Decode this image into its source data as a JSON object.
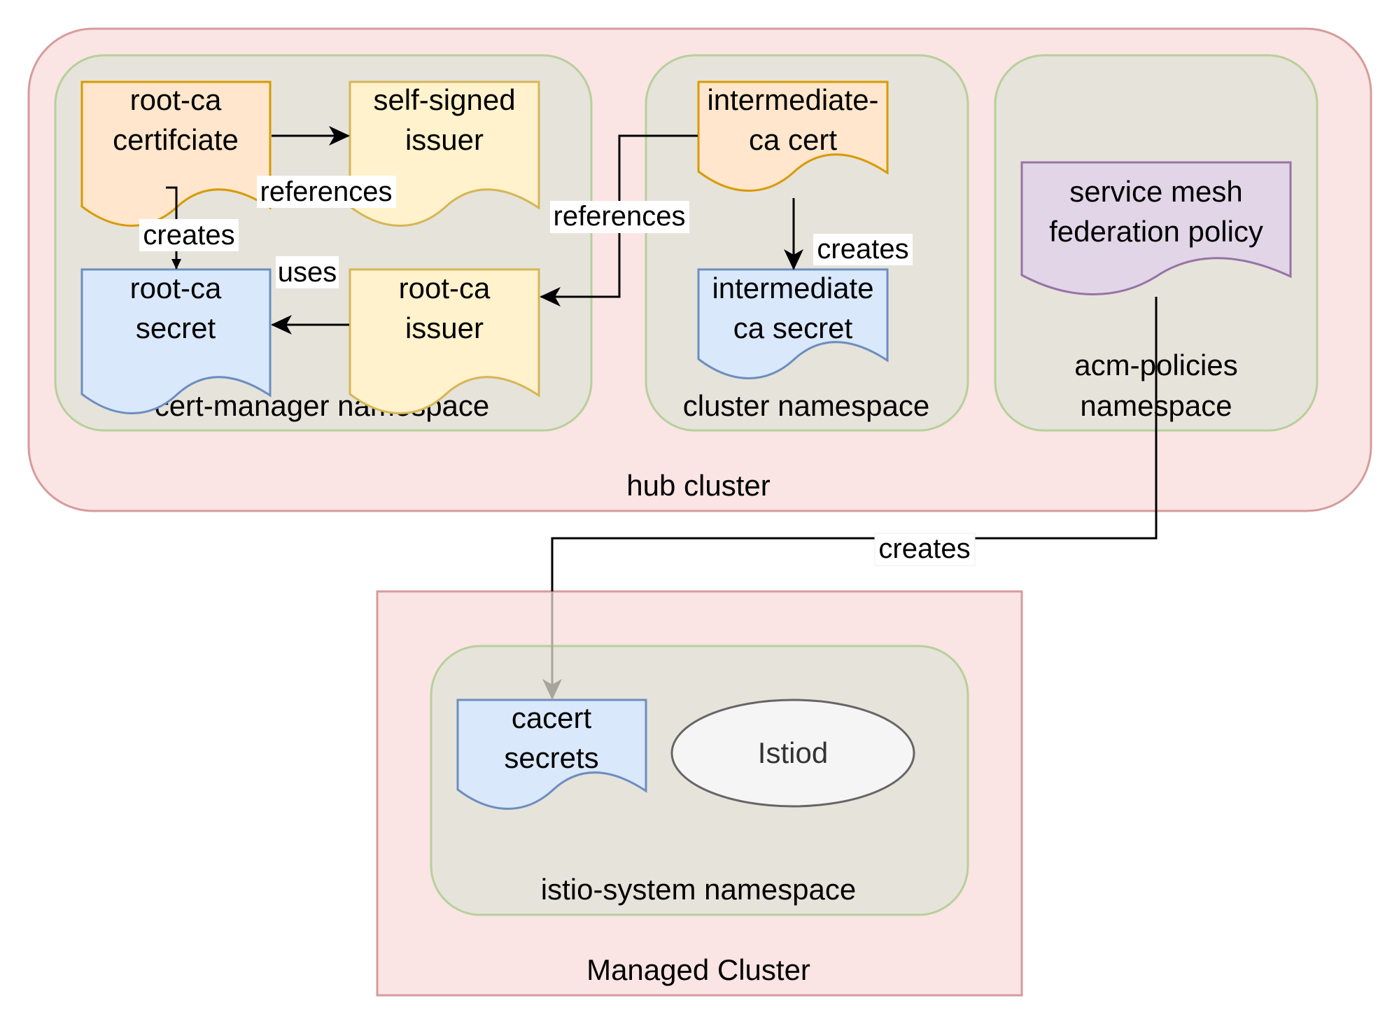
{
  "colors": {
    "cluster_fill": "#fae4e4",
    "cluster_stroke": "#d79b9b",
    "namespace_fill": "#e6e3db",
    "namespace_stroke": "#b7d09a",
    "certificate_fill": "#ffe6cc",
    "certificate_stroke": "#d79b00",
    "issuer_fill": "#fff2cc",
    "issuer_stroke": "#d6b656",
    "secret_fill": "#dae8fc",
    "secret_stroke": "#6c8ebf",
    "policy_fill": "#e1d5e7",
    "policy_stroke": "#9673a6",
    "istiod_fill": "#f5f5f5",
    "istiod_stroke": "#666666",
    "edge": "#000000",
    "edge_faded": "#a8a59c"
  },
  "containers": {
    "hub_cluster": "hub cluster",
    "managed_cluster": "Managed Cluster",
    "cert_manager_ns": "cert-manager namespace",
    "cluster_ns": "cluster namespace",
    "acm_policies_ns": [
      "acm-policies",
      "namespace"
    ],
    "istio_system_ns": "istio-system namespace"
  },
  "nodes": {
    "root_ca_certificate": [
      "root-ca",
      "certifciate"
    ],
    "self_signed_issuer": [
      "self-signed",
      "issuer"
    ],
    "root_ca_secret": [
      "root-ca",
      "secret"
    ],
    "root_ca_issuer": [
      "root-ca",
      "issuer"
    ],
    "intermediate_ca_cert": [
      "intermediate-",
      "ca cert"
    ],
    "intermediate_ca_secret": [
      "intermediate",
      "ca secret"
    ],
    "service_mesh_policy": [
      "service mesh",
      "federation policy"
    ],
    "cacert_secrets": [
      "cacert",
      "secrets"
    ],
    "istiod": "Istiod"
  },
  "edges": {
    "root_cert_to_self_signed": "references",
    "root_cert_to_root_secret": "creates",
    "root_issuer_to_root_secret": "uses",
    "intermediate_cert_to_root_issuer": "references",
    "intermediate_cert_to_intermediate_secret": "creates",
    "policy_to_cacert": "creates"
  }
}
